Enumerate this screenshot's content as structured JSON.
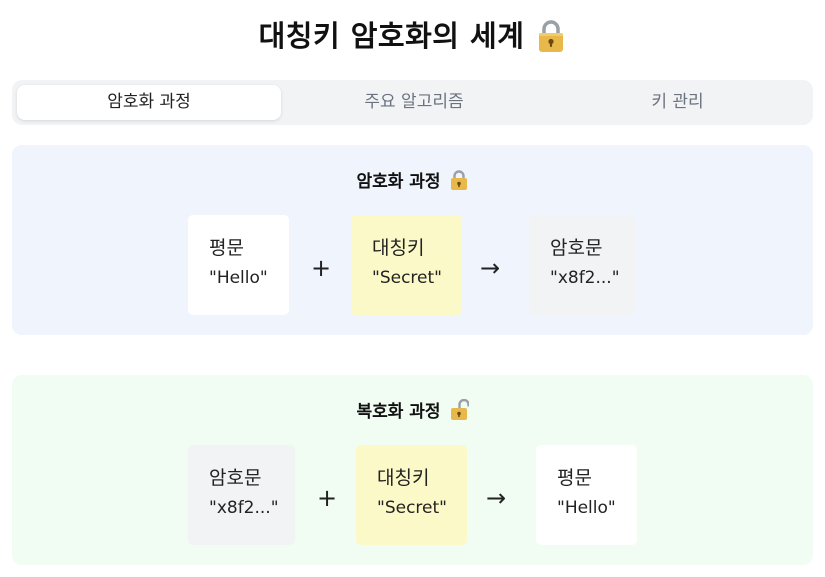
{
  "header": {
    "title": "대칭키 암호화의 세계"
  },
  "tabs": [
    {
      "label": "암호화 과정",
      "active": true
    },
    {
      "label": "주요 알고리즘",
      "active": false
    },
    {
      "label": "키 관리",
      "active": false
    }
  ],
  "encryption": {
    "title": "암호화 과정",
    "plaintext": {
      "label": "평문",
      "value": "\"Hello\""
    },
    "plus": "+",
    "key": {
      "label": "대칭키",
      "value": "\"Secret\""
    },
    "arrow": "→",
    "ciphertext": {
      "label": "암호문",
      "value": "\"x8f2...\""
    }
  },
  "decryption": {
    "title": "복호화 과정",
    "ciphertext": {
      "label": "암호문",
      "value": "\"x8f2...\""
    },
    "plus": "+",
    "key": {
      "label": "대칭키",
      "value": "\"Secret\""
    },
    "arrow": "→",
    "plaintext": {
      "label": "평문",
      "value": "\"Hello\""
    }
  },
  "colors": {
    "encryption_bg": "#eff4fd",
    "decryption_bg": "#f1fcf3",
    "key_box": "#fcf9c9",
    "cipher_box": "#f2f3f5",
    "lock_gold": "#e8b84a"
  },
  "icons": {
    "title_icon": "locked-lock-icon",
    "encryption_icon": "locked-lock-icon",
    "decryption_icon": "unlocked-lock-icon"
  }
}
